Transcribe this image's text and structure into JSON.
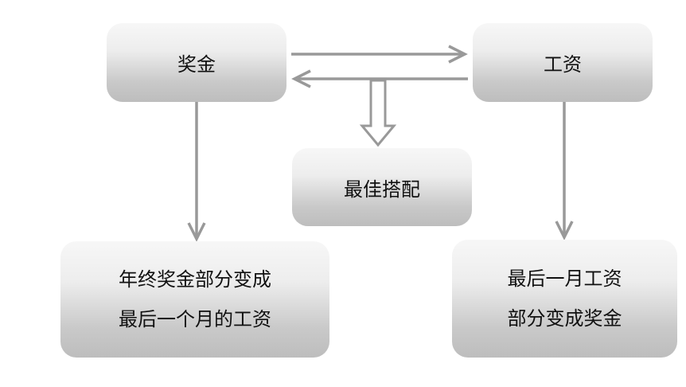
{
  "colors": {
    "arrow": "#999999",
    "text": "#111111"
  },
  "nodes": {
    "bonus": {
      "label": "奖金"
    },
    "salary": {
      "label": "工资"
    },
    "best_match": {
      "label": "最佳搭配"
    },
    "bottom_left": {
      "lines": [
        "年终奖金部分变成",
        "最后一个月的工资"
      ]
    },
    "bottom_right": {
      "lines": [
        "最后一月工资",
        "部分变成奖金"
      ]
    }
  }
}
